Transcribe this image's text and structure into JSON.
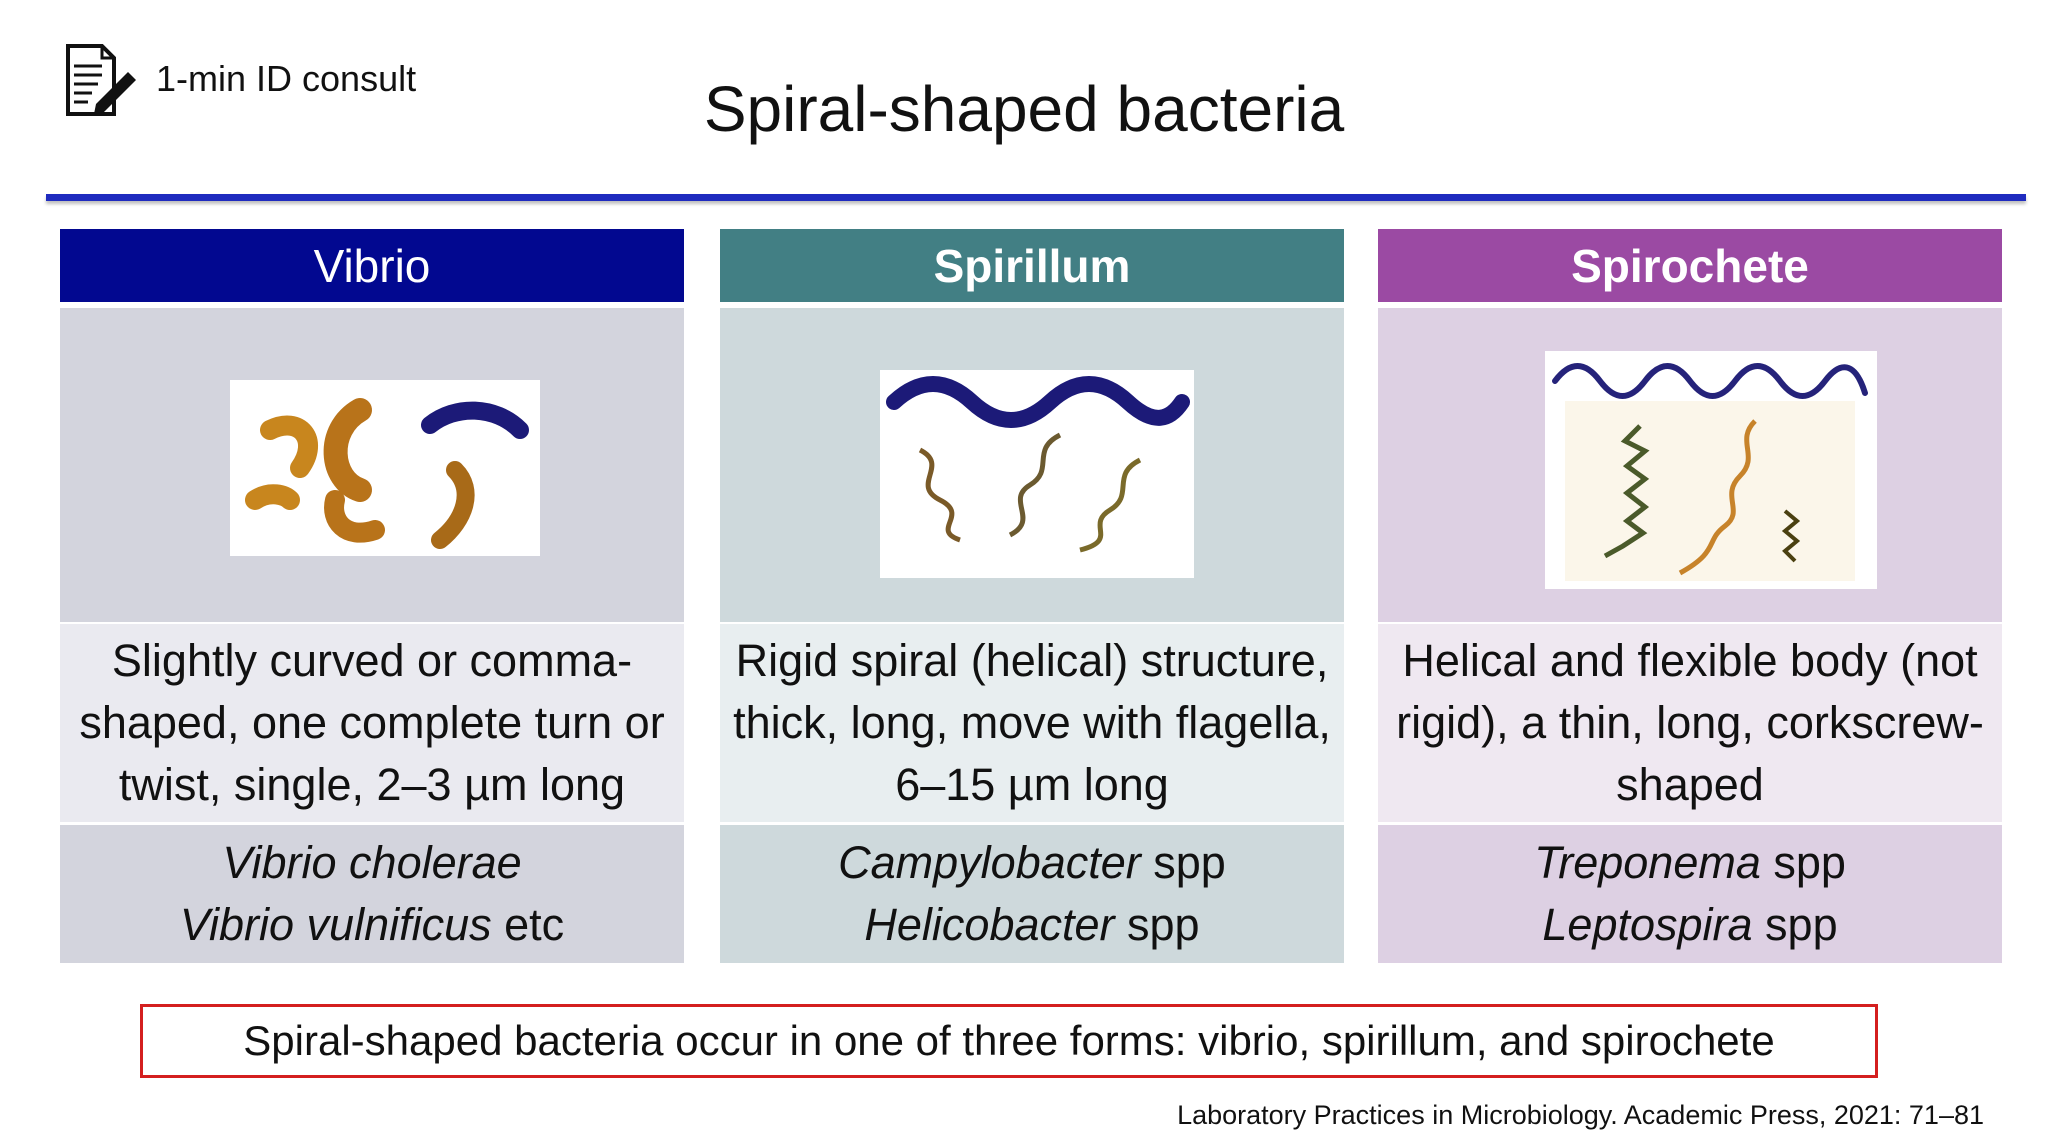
{
  "header": {
    "brand": "1-min ID consult",
    "title": "Spiral-shaped bacteria",
    "logo_icon": "document-edit-icon"
  },
  "columns": [
    {
      "heading": "Vibrio",
      "description": "Slightly curved or comma-shaped, one complete turn or twist, single, 2–3 µm long",
      "examples": [
        {
          "italic": "Vibrio cholerae",
          "suffix": ""
        },
        {
          "italic": "Vibrio vulnificus",
          "suffix": " etc"
        }
      ],
      "color": "#020890"
    },
    {
      "heading": "Spirillum",
      "description": "Rigid spiral (helical) structure, thick, long, move with flagella, 6–15 µm long",
      "examples": [
        {
          "italic": "Campylobacter",
          "suffix": " spp"
        },
        {
          "italic": "Helicobacter",
          "suffix": " spp"
        }
      ],
      "color": "#427f84"
    },
    {
      "heading": "Spirochete",
      "description": "Helical and flexible body (not rigid), a thin, long, corkscrew-shaped",
      "examples": [
        {
          "italic": "Treponema",
          "suffix": " spp"
        },
        {
          "italic": "Leptospira",
          "suffix": " spp"
        }
      ],
      "color": "#9b4aa3"
    }
  ],
  "summary": "Spiral-shaped bacteria occur in one of three forms: vibrio, spirillum, and spirochete",
  "citation": "Laboratory Practices in Microbiology. Academic Press, 2021: 71–81"
}
